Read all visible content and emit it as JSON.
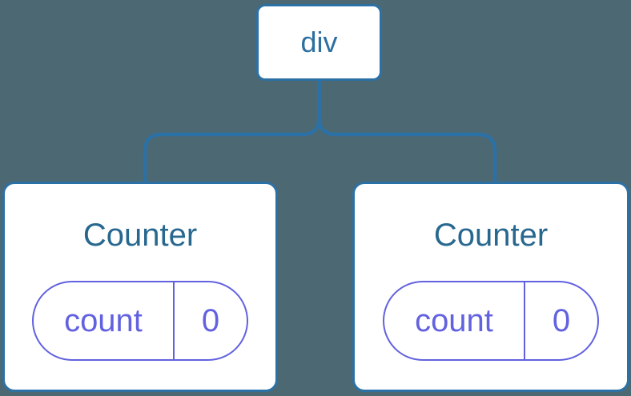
{
  "colors": {
    "background": "#4C6872",
    "connector": "#2C71A6",
    "node_border": "#2C71A6",
    "node_background": "#FFFFFF",
    "root_label_text": "#2D6FA0",
    "component_title_text": "#28688F",
    "state_accent": "#6161E0"
  },
  "tree": {
    "root": {
      "label": "div"
    },
    "children": [
      {
        "title": "Counter",
        "state": {
          "name": "count",
          "value": "0"
        }
      },
      {
        "title": "Counter",
        "state": {
          "name": "count",
          "value": "0"
        }
      }
    ]
  }
}
